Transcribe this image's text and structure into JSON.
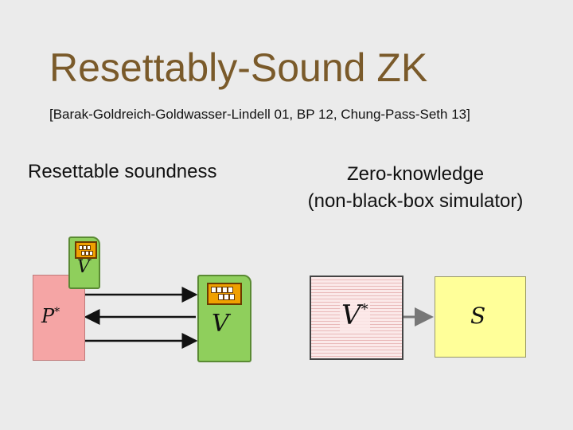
{
  "title": "Resettably-Sound ZK",
  "citation": "[Barak-Goldreich-Goldwasser-Lindell 01, BP 12, Chung-Pass-Seth 13]",
  "left_column": {
    "heading": "Resettable soundness",
    "prover_symbol": "P",
    "prover_star": "*",
    "verifier_symbol": "V"
  },
  "right_column": {
    "heading_line1": "Zero-knowledge",
    "heading_line2": "(non-black-box simulator)",
    "verifier_code_symbol": "V",
    "verifier_code_star": "*",
    "simulator_symbol": "S"
  },
  "colors": {
    "title": "#7a5a2a",
    "prover_box": "#f5a5a5",
    "verifier_card": "#8fcf5c",
    "chip": "#f0a000",
    "simulator_box": "#ffff99"
  }
}
